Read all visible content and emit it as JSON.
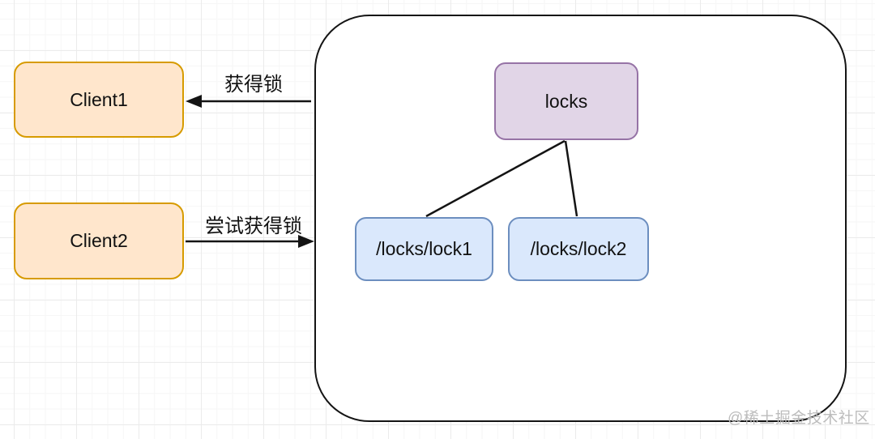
{
  "diagram": {
    "title_hint": "distributed-lock-diagram",
    "clients": [
      {
        "id": "client1",
        "label": "Client1"
      },
      {
        "id": "client2",
        "label": "Client2"
      }
    ],
    "lock_tree": {
      "root": {
        "label": "locks"
      },
      "children": [
        {
          "label": "/locks/lock1"
        },
        {
          "label": "/locks/lock2"
        }
      ]
    },
    "edges": [
      {
        "from": "zookeeper-container",
        "to": "client1",
        "label": "获得锁",
        "direction": "left"
      },
      {
        "from": "client2",
        "to": "zookeeper-container",
        "label": "尝试获得锁",
        "direction": "right"
      }
    ],
    "watermark": "@稀土掘金技术社区",
    "colors": {
      "client_fill": "#FFE6CC",
      "client_stroke": "#D79B00",
      "root_fill": "#E1D5E7",
      "root_stroke": "#9673A6",
      "child_fill": "#DAE8FC",
      "child_stroke": "#6C8EBF",
      "connector": "#141414",
      "watermark_text": "#BCBCBC",
      "grid_major": "#EBEBEB",
      "grid_minor": "#F6F6F6"
    }
  }
}
